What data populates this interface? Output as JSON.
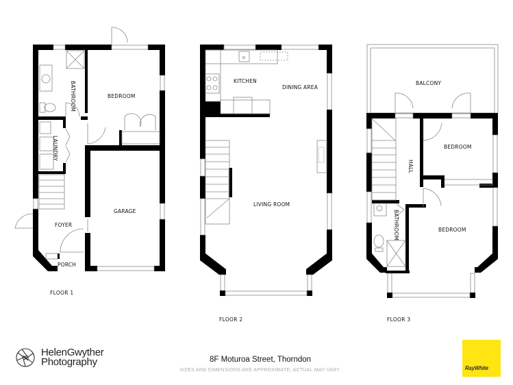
{
  "floors": [
    {
      "label": "FLOOR 1",
      "rooms": [
        "BATHROOM",
        "BEDROOM",
        "LAUNDRY",
        "GARAGE",
        "FOYER",
        "PORCH"
      ]
    },
    {
      "label": "FLOOR 2",
      "rooms": [
        "KITCHEN",
        "DINING AREA",
        "LIVING ROOM"
      ]
    },
    {
      "label": "FLOOR 3",
      "rooms": [
        "BALCONY",
        "BEDROOM",
        "HALL",
        "BATHROOM",
        "BEDROOM"
      ]
    }
  ],
  "footer": {
    "brand_line1": "HelenGwyther",
    "brand_line2": "Photography",
    "brand_icon": "camera-aperture-icon",
    "address": "8F Moturoa Street, Thorndon",
    "disclaimer": "SIZES AND DIMENSIONS ARE APPROXIMATE, ACTUAL MAY VARY.",
    "agency": "RayWhite",
    "agency_color": "#ffe512"
  },
  "colors": {
    "wall": "#000000",
    "fixture_line": "#888888",
    "background": "#ffffff"
  }
}
